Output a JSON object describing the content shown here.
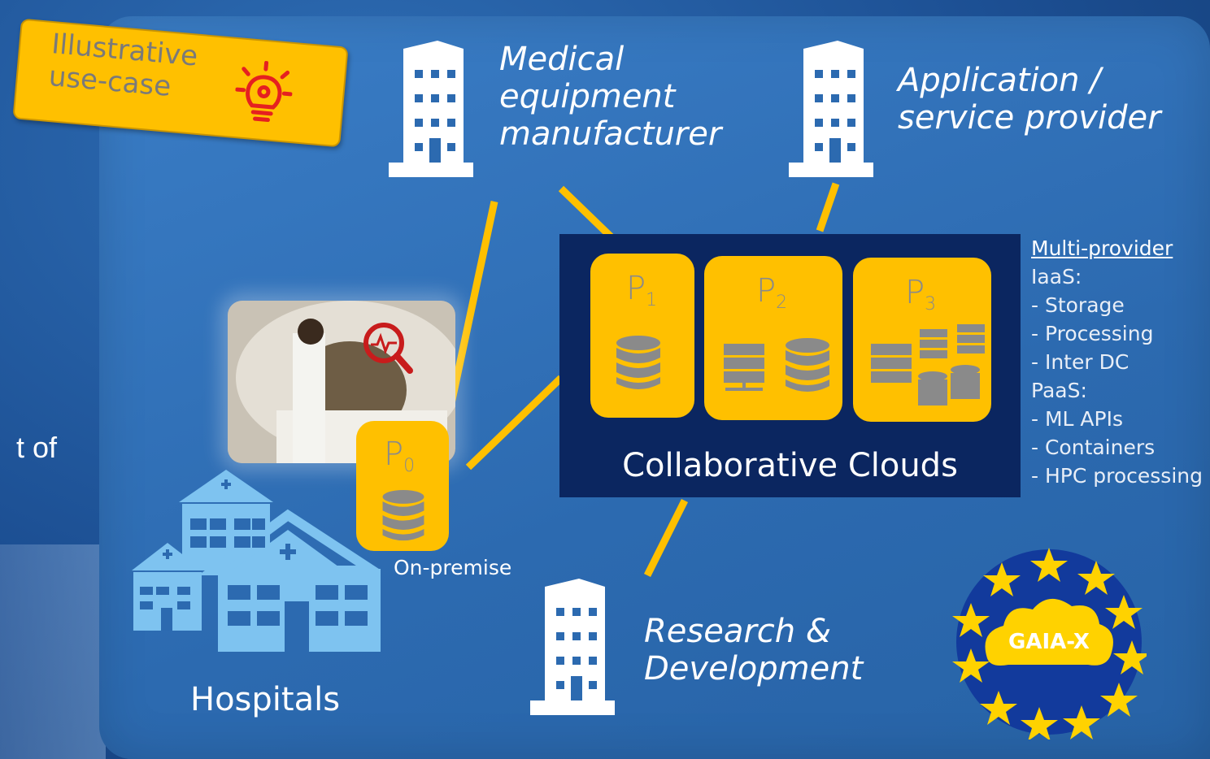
{
  "sticky_note": {
    "text": "Illustrative\nuse-case",
    "icon": "lightbulb-gear-icon"
  },
  "cut_text": "t of",
  "medical_manufacturer": {
    "label": "Medical\nequipment\nmanufacturer",
    "icon": "building-icon"
  },
  "app_provider": {
    "label": "Application /\nservice provider",
    "icon": "building-icon"
  },
  "research": {
    "label": "Research &\nDevelopment",
    "icon": "building-icon"
  },
  "cloud": {
    "title": "Collaborative Clouds",
    "providers": [
      {
        "name": "P",
        "sub": "1"
      },
      {
        "name": "P",
        "sub": "2"
      },
      {
        "name": "P",
        "sub": "3"
      }
    ]
  },
  "onpremise": {
    "name": "P",
    "sub": "0",
    "label": "On-premise"
  },
  "hospitals": {
    "label": "Hospitals"
  },
  "multi_provider": {
    "heading": "Multi-provider",
    "lines": [
      "IaaS:",
      "- Storage",
      "- Processing",
      "- Inter DC",
      "PaaS:",
      "- ML APIs",
      "- Containers",
      "- HPC processing"
    ]
  },
  "gaia": {
    "label": "GAIA-X"
  },
  "colors": {
    "accent": "#ffc000",
    "cloud_bg": "#0b2660",
    "hospital": "#7ec3f0",
    "icon_gray": "#8a8a8a"
  }
}
